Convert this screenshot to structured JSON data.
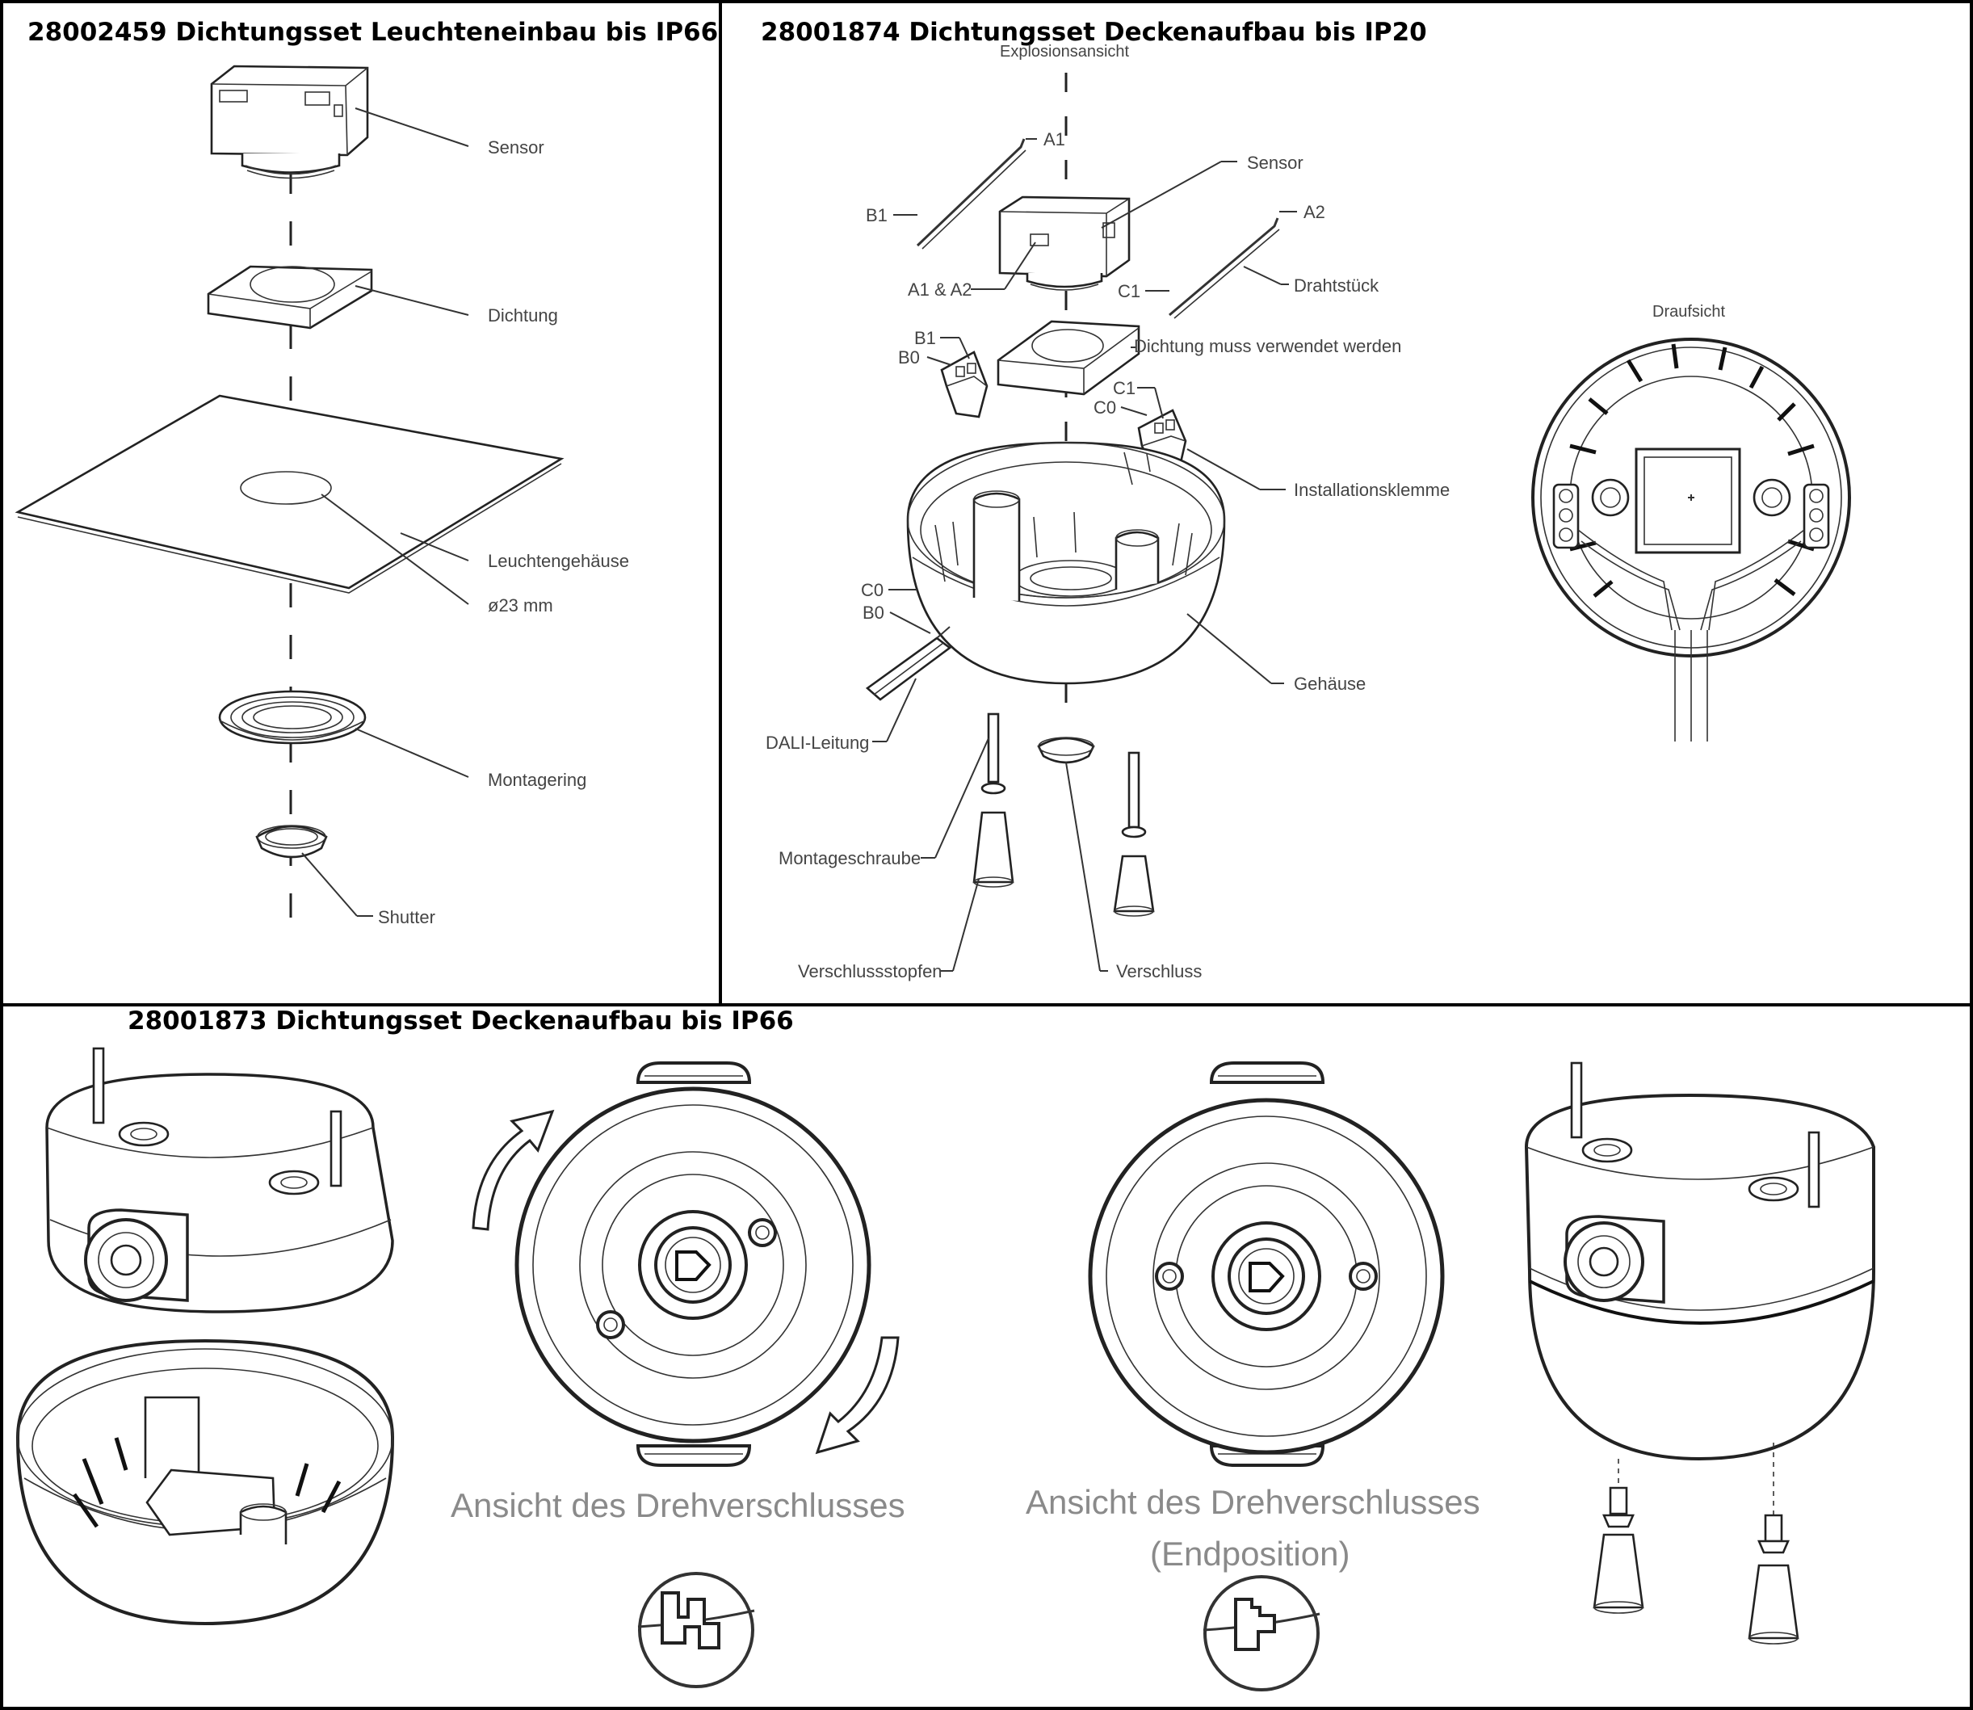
{
  "panels": {
    "p1": {
      "title": "28002459 Dichtungsset Leuchteneinbau bis IP66",
      "labels": {
        "sensor": "Sensor",
        "dichtung": "Dichtung",
        "gehaeuse": "Leuchtengehäuse",
        "durchmesser": "ø23 mm",
        "montagering": "Montagering",
        "shutter": "Shutter"
      }
    },
    "p2": {
      "title": "28001874 Dichtungsset Deckenaufbau bis IP20",
      "labels": {
        "explosion": "Explosionsansicht",
        "a1": "A1",
        "b1_top": "B1",
        "a1a2": "A1 & A2",
        "sensor": "Sensor",
        "a2": "A2",
        "c1_top": "C1",
        "drahtstueck": "Drahtstück",
        "b1": "B1",
        "b0": "B0",
        "dichtung_muss": "Dichtung muss verwendet werden",
        "c1": "C1",
        "c0": "C0",
        "installationsklemme": "Installationsklemme",
        "c0_lower": "C0",
        "b0_lower": "B0",
        "gehaeuse": "Gehäuse",
        "dali": "DALI-Leitung",
        "montageschraube": "Montageschraube",
        "verschlussstopfen": "Verschlussstopfen",
        "verschluss": "Verschluss",
        "draufsicht": "Draufsicht"
      }
    },
    "p3": {
      "title": "28001873 Dichtungsset Deckenaufbau bis IP66",
      "captions": {
        "view1": "Ansicht des Drehverschlusses",
        "view2_line1": "Ansicht des Drehverschlusses",
        "view2_line2": "(Endposition)"
      }
    }
  }
}
